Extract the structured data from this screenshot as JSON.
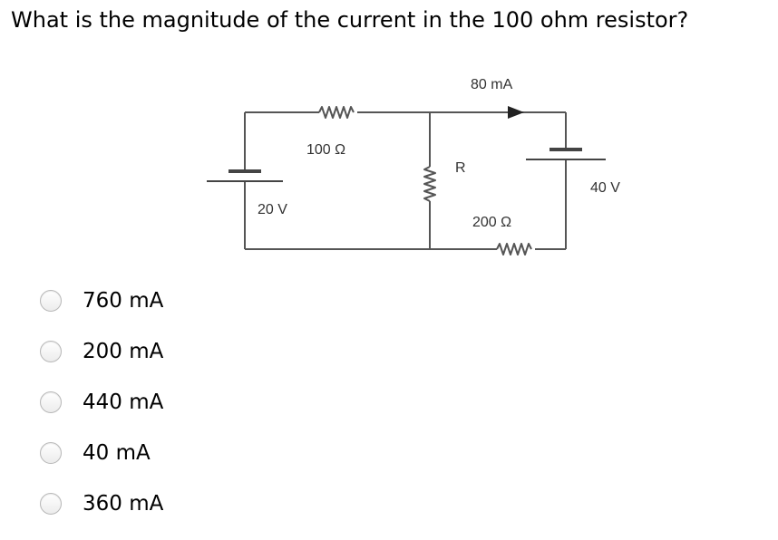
{
  "question": {
    "text": "What is the magnitude of the current in the 100 ohm resistor?"
  },
  "circuit": {
    "current_label": "80 mA",
    "r100_label": "100 Ω",
    "r_label": "R",
    "r200_label": "200 Ω",
    "v20_label": "20 V",
    "v40_label": "40 V",
    "wire_color": "#555555"
  },
  "options": [
    {
      "label": "760 mA"
    },
    {
      "label": "200 mA"
    },
    {
      "label": "440 mA"
    },
    {
      "label": "40 mA"
    },
    {
      "label": "360 mA"
    }
  ]
}
